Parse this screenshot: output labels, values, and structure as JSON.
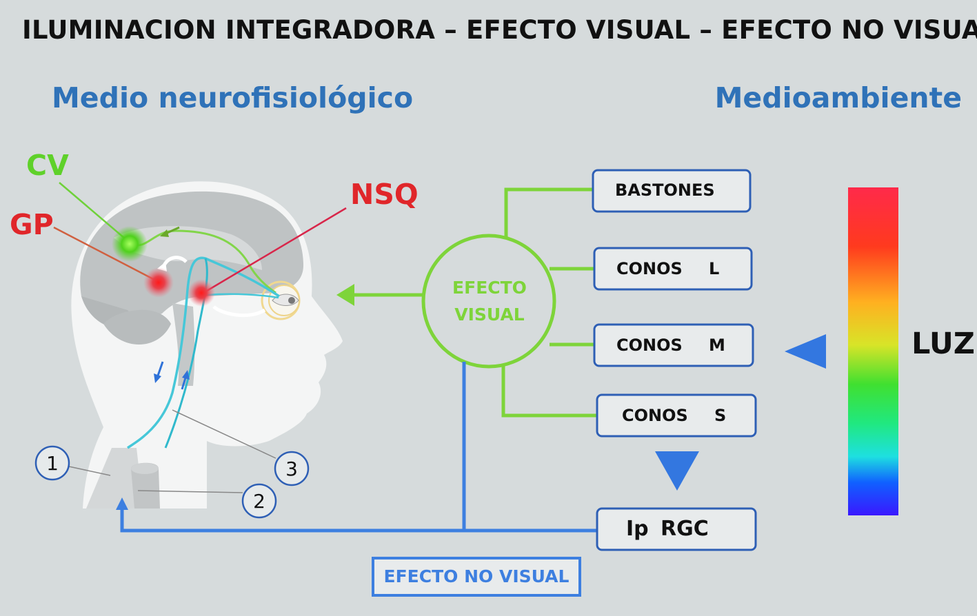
{
  "title": "ILUMINACION INTEGRADORA – EFECTO VISUAL – EFECTO NO VISUAL",
  "left_heading": "Medio neurofisiológico",
  "right_heading": "Medioambiente",
  "brain_labels": {
    "cv": "CV",
    "gp": "GP",
    "nsq": "NSQ"
  },
  "numbers": {
    "n1": "1",
    "n2": "2",
    "n3": "3"
  },
  "efecto_visual": {
    "line1": "EFECTO",
    "line2": "VISUAL"
  },
  "photoreceptors": {
    "bastones": "BASTONES",
    "conos_l": {
      "name": "CONOS",
      "letter": "L"
    },
    "conos_m": {
      "name": "CONOS",
      "letter": "M"
    },
    "conos_s": {
      "name": "CONOS",
      "letter": "S"
    },
    "iprgc": {
      "a": "Ip",
      "b": "RGC"
    }
  },
  "efecto_no_visual": "EFECTO NO VISUAL",
  "luz": "LUZ",
  "colors": {
    "title": "#111111",
    "heading_blue": "#2f72b8",
    "green": "#7ed43a",
    "cv_green": "#5fd12a",
    "red": "#e0262a",
    "blue_line": "#3d7fe0",
    "box_border": "#2e5fb5"
  }
}
